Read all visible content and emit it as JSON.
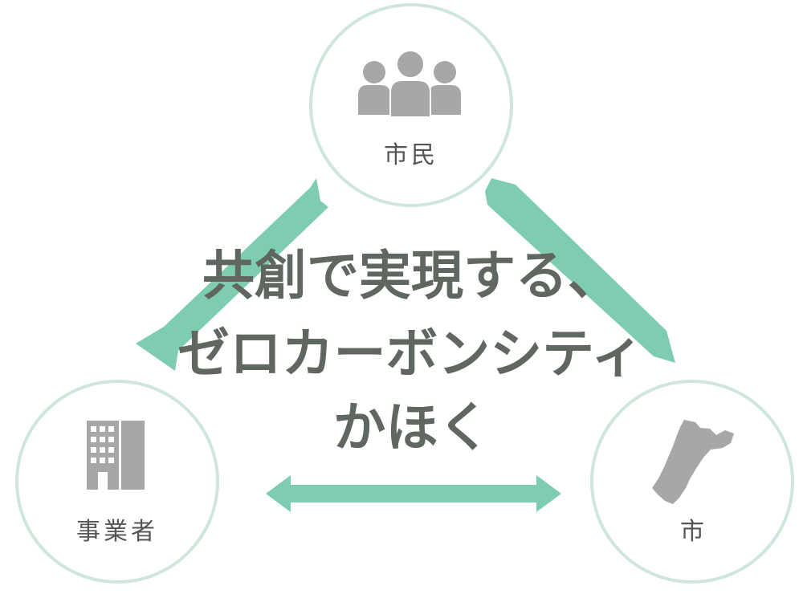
{
  "nodes": {
    "citizens": {
      "label": "市民",
      "icon": "people-icon"
    },
    "businesses": {
      "label": "事業者",
      "icon": "office-building-icon"
    },
    "city": {
      "label": "市",
      "icon": "city-map-icon"
    }
  },
  "headline": {
    "line1": "共創で実現する、",
    "line2": "ゼロカーボンシティ",
    "line3": "かほく"
  },
  "colors": {
    "circle_stroke": "#cfe6da",
    "arrow": "#7fcdb0",
    "icon": "#a5a8a5",
    "headline": "#606660",
    "label": "#555555"
  }
}
